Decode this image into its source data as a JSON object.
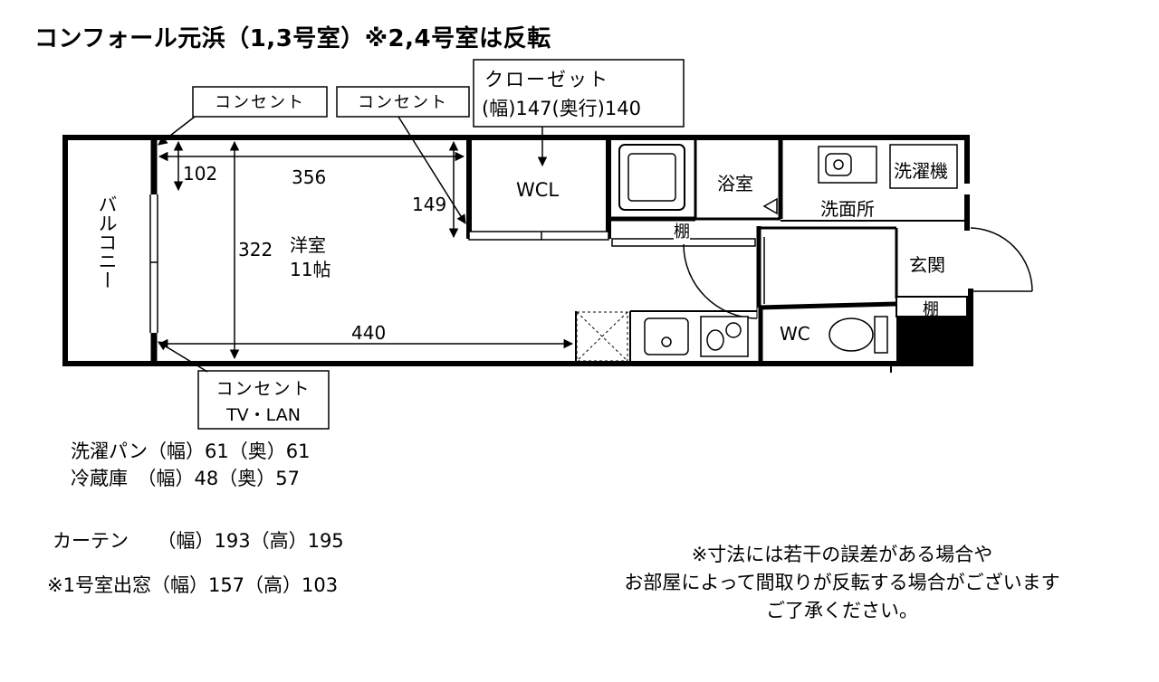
{
  "title": "コンフォール元浜（1,3号室）※2,4号室は反転",
  "callouts": {
    "outlet_1": "コンセント",
    "outlet_2": "コンセント",
    "closet_line1": "クローゼット",
    "closet_line2": "(幅)147(奥行)140",
    "outlet_tv_line1": "コンセント",
    "outlet_tv_line2": "TV・LAN"
  },
  "rooms": {
    "balcony": "バルコニー",
    "western_room": "洋室",
    "western_room_size": "11帖",
    "wcl": "WCL",
    "bath": "浴室",
    "washroom": "洗面所",
    "washer": "洗濯機",
    "entrance": "玄関",
    "shelf_1": "棚",
    "shelf_2": "棚",
    "wc": "WC"
  },
  "dimensions": {
    "d102": "102",
    "d356": "356",
    "d149": "149",
    "d322": "322",
    "d440": "440"
  },
  "notes": {
    "washer_pan": "洗濯パン（幅）61（奥）61",
    "fridge": "冷蔵庫　（幅）48（奥）57",
    "curtain": "カーテン　　（幅）193（高）195",
    "bay_window": "※1号室出窓（幅）157（高）103"
  },
  "disclaimer": {
    "line1": "※寸法には若干の誤差がある場合や",
    "line2": "お部屋によって間取りが反転する場合がございます",
    "line3": "ご了承ください。"
  }
}
